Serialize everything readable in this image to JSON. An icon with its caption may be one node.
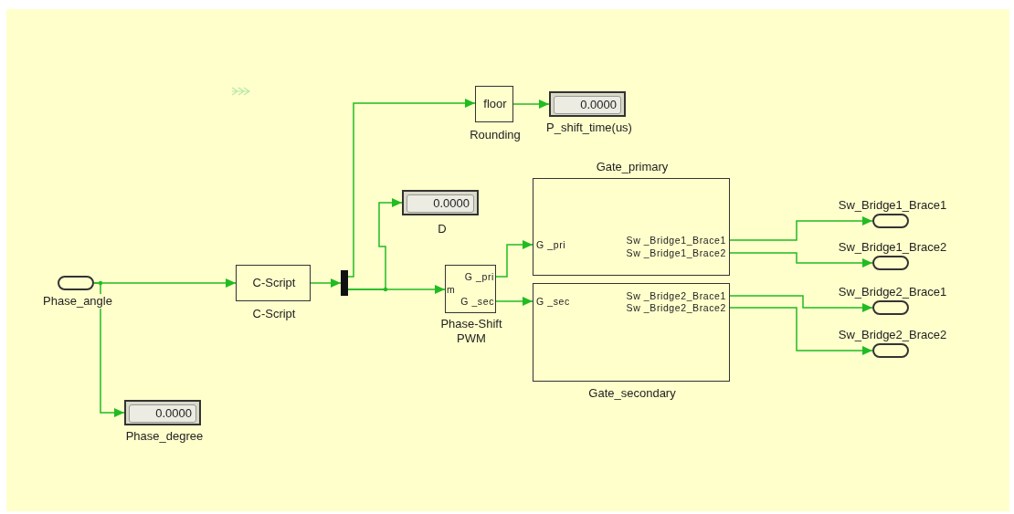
{
  "diagram": {
    "nodes": [
      {
        "text": [
          "Phase_angle"
        ]
      },
      {
        "text": [
          "C-Script",
          "C-Script"
        ]
      },
      {
        "text": [],
        "shape": "bar"
      },
      {
        "text": [
          "floor",
          "Rounding"
        ]
      },
      {
        "text": [
          "0.0000",
          "P_shift_time(us)"
        ]
      },
      {
        "text": [
          "0.0000",
          "D"
        ]
      },
      {
        "text": [
          "m",
          "G _pri",
          "G _sec",
          "Phase-Shift PWM"
        ]
      },
      {
        "text": [
          "Gate_primary",
          "G _pri",
          "Sw _Bridge1_Brace1",
          "Sw _Bridge1_Brace2"
        ]
      },
      {
        "text": [
          "G _sec",
          "Sw _Bridge2_Brace1",
          "Sw _Bridge2_Brace2",
          "Gate_secondary"
        ]
      },
      {
        "text": [
          "Sw_Bridge1_Brace1"
        ]
      },
      {
        "text": [
          "Sw_Bridge1_Brace2"
        ]
      },
      {
        "text": [
          "Sw_Bridge2_Brace1"
        ]
      },
      {
        "text": [
          "Sw_Bridge2_Brace2"
        ]
      },
      {
        "text": [
          "0.0000",
          "Phase_degree"
        ]
      }
    ],
    "edges": [
      {
        "from": 0,
        "to": 1,
        "arrow": "to"
      },
      {
        "from": 0,
        "to": 13,
        "arrow": "to"
      },
      {
        "from": 1,
        "to": 2,
        "arrow": "to"
      },
      {
        "from": 2,
        "to": 3,
        "arrow": "to"
      },
      {
        "from": 2,
        "to": 5,
        "arrow": "to"
      },
      {
        "from": 2,
        "to": 6,
        "arrow": "to"
      },
      {
        "from": 3,
        "to": 4,
        "arrow": "to"
      },
      {
        "from": 6,
        "to": 7,
        "arrow": "to"
      },
      {
        "from": 6,
        "to": 8,
        "arrow": "to"
      },
      {
        "from": 7,
        "to": 9,
        "arrow": "to"
      },
      {
        "from": 7,
        "to": 10,
        "arrow": "to"
      },
      {
        "from": 8,
        "to": 11,
        "arrow": "to"
      },
      {
        "from": 8,
        "to": 12,
        "arrow": "to"
      }
    ]
  }
}
